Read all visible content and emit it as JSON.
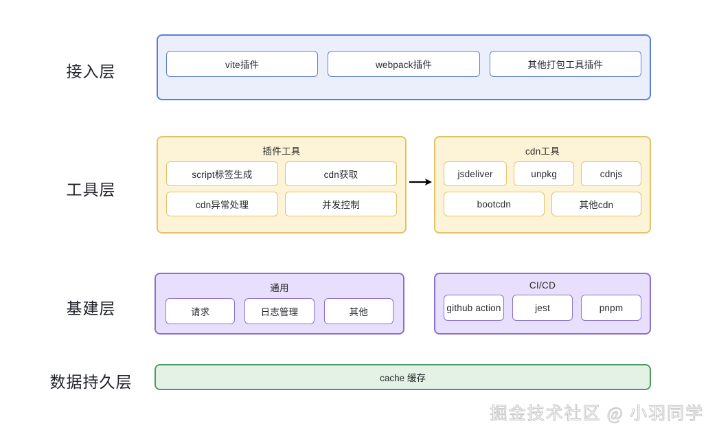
{
  "diagram": {
    "watermark": "掘金技术社区 @ 小羽同学",
    "layers": [
      {
        "label": "接入层"
      },
      {
        "label": "工具层"
      },
      {
        "label": "基建层"
      },
      {
        "label": "数据持久层"
      }
    ],
    "access_layer": {
      "items": [
        {
          "label": "vite插件"
        },
        {
          "label": "webpack插件"
        },
        {
          "label": "其他打包工具插件"
        }
      ]
    },
    "tool_layer": {
      "plugin_tools": {
        "title": "插件工具",
        "items": [
          {
            "label": "script标签生成"
          },
          {
            "label": "cdn获取"
          },
          {
            "label": "cdn异常处理"
          },
          {
            "label": "并发控制"
          }
        ]
      },
      "cdn_tools": {
        "title": "cdn工具",
        "row_top": [
          {
            "label": "jsdeliver"
          },
          {
            "label": "unpkg"
          },
          {
            "label": "cdnjs"
          }
        ],
        "row_bottom": [
          {
            "label": "bootcdn"
          },
          {
            "label": "其他cdn"
          }
        ]
      }
    },
    "infra_layer": {
      "common": {
        "title": "通用",
        "items": [
          {
            "label": "请求"
          },
          {
            "label": "日志管理"
          },
          {
            "label": "其他"
          }
        ]
      },
      "cicd": {
        "title": "CI/CD",
        "items": [
          {
            "label": "github action"
          },
          {
            "label": "jest"
          },
          {
            "label": "pnpm"
          }
        ]
      }
    },
    "persistence_layer": {
      "cache": {
        "label": "cache 缓存"
      }
    },
    "colors": {
      "blue_fill": "#ebeefb",
      "blue_border": "#5b7fd4",
      "yellow_fill": "#fdf3d7",
      "yellow_border": "#e2c269",
      "purple_fill": "#e7dffb",
      "purple_border": "#8a70d2",
      "green_fill": "#e3f2e4",
      "green_border": "#4b9a63"
    }
  }
}
